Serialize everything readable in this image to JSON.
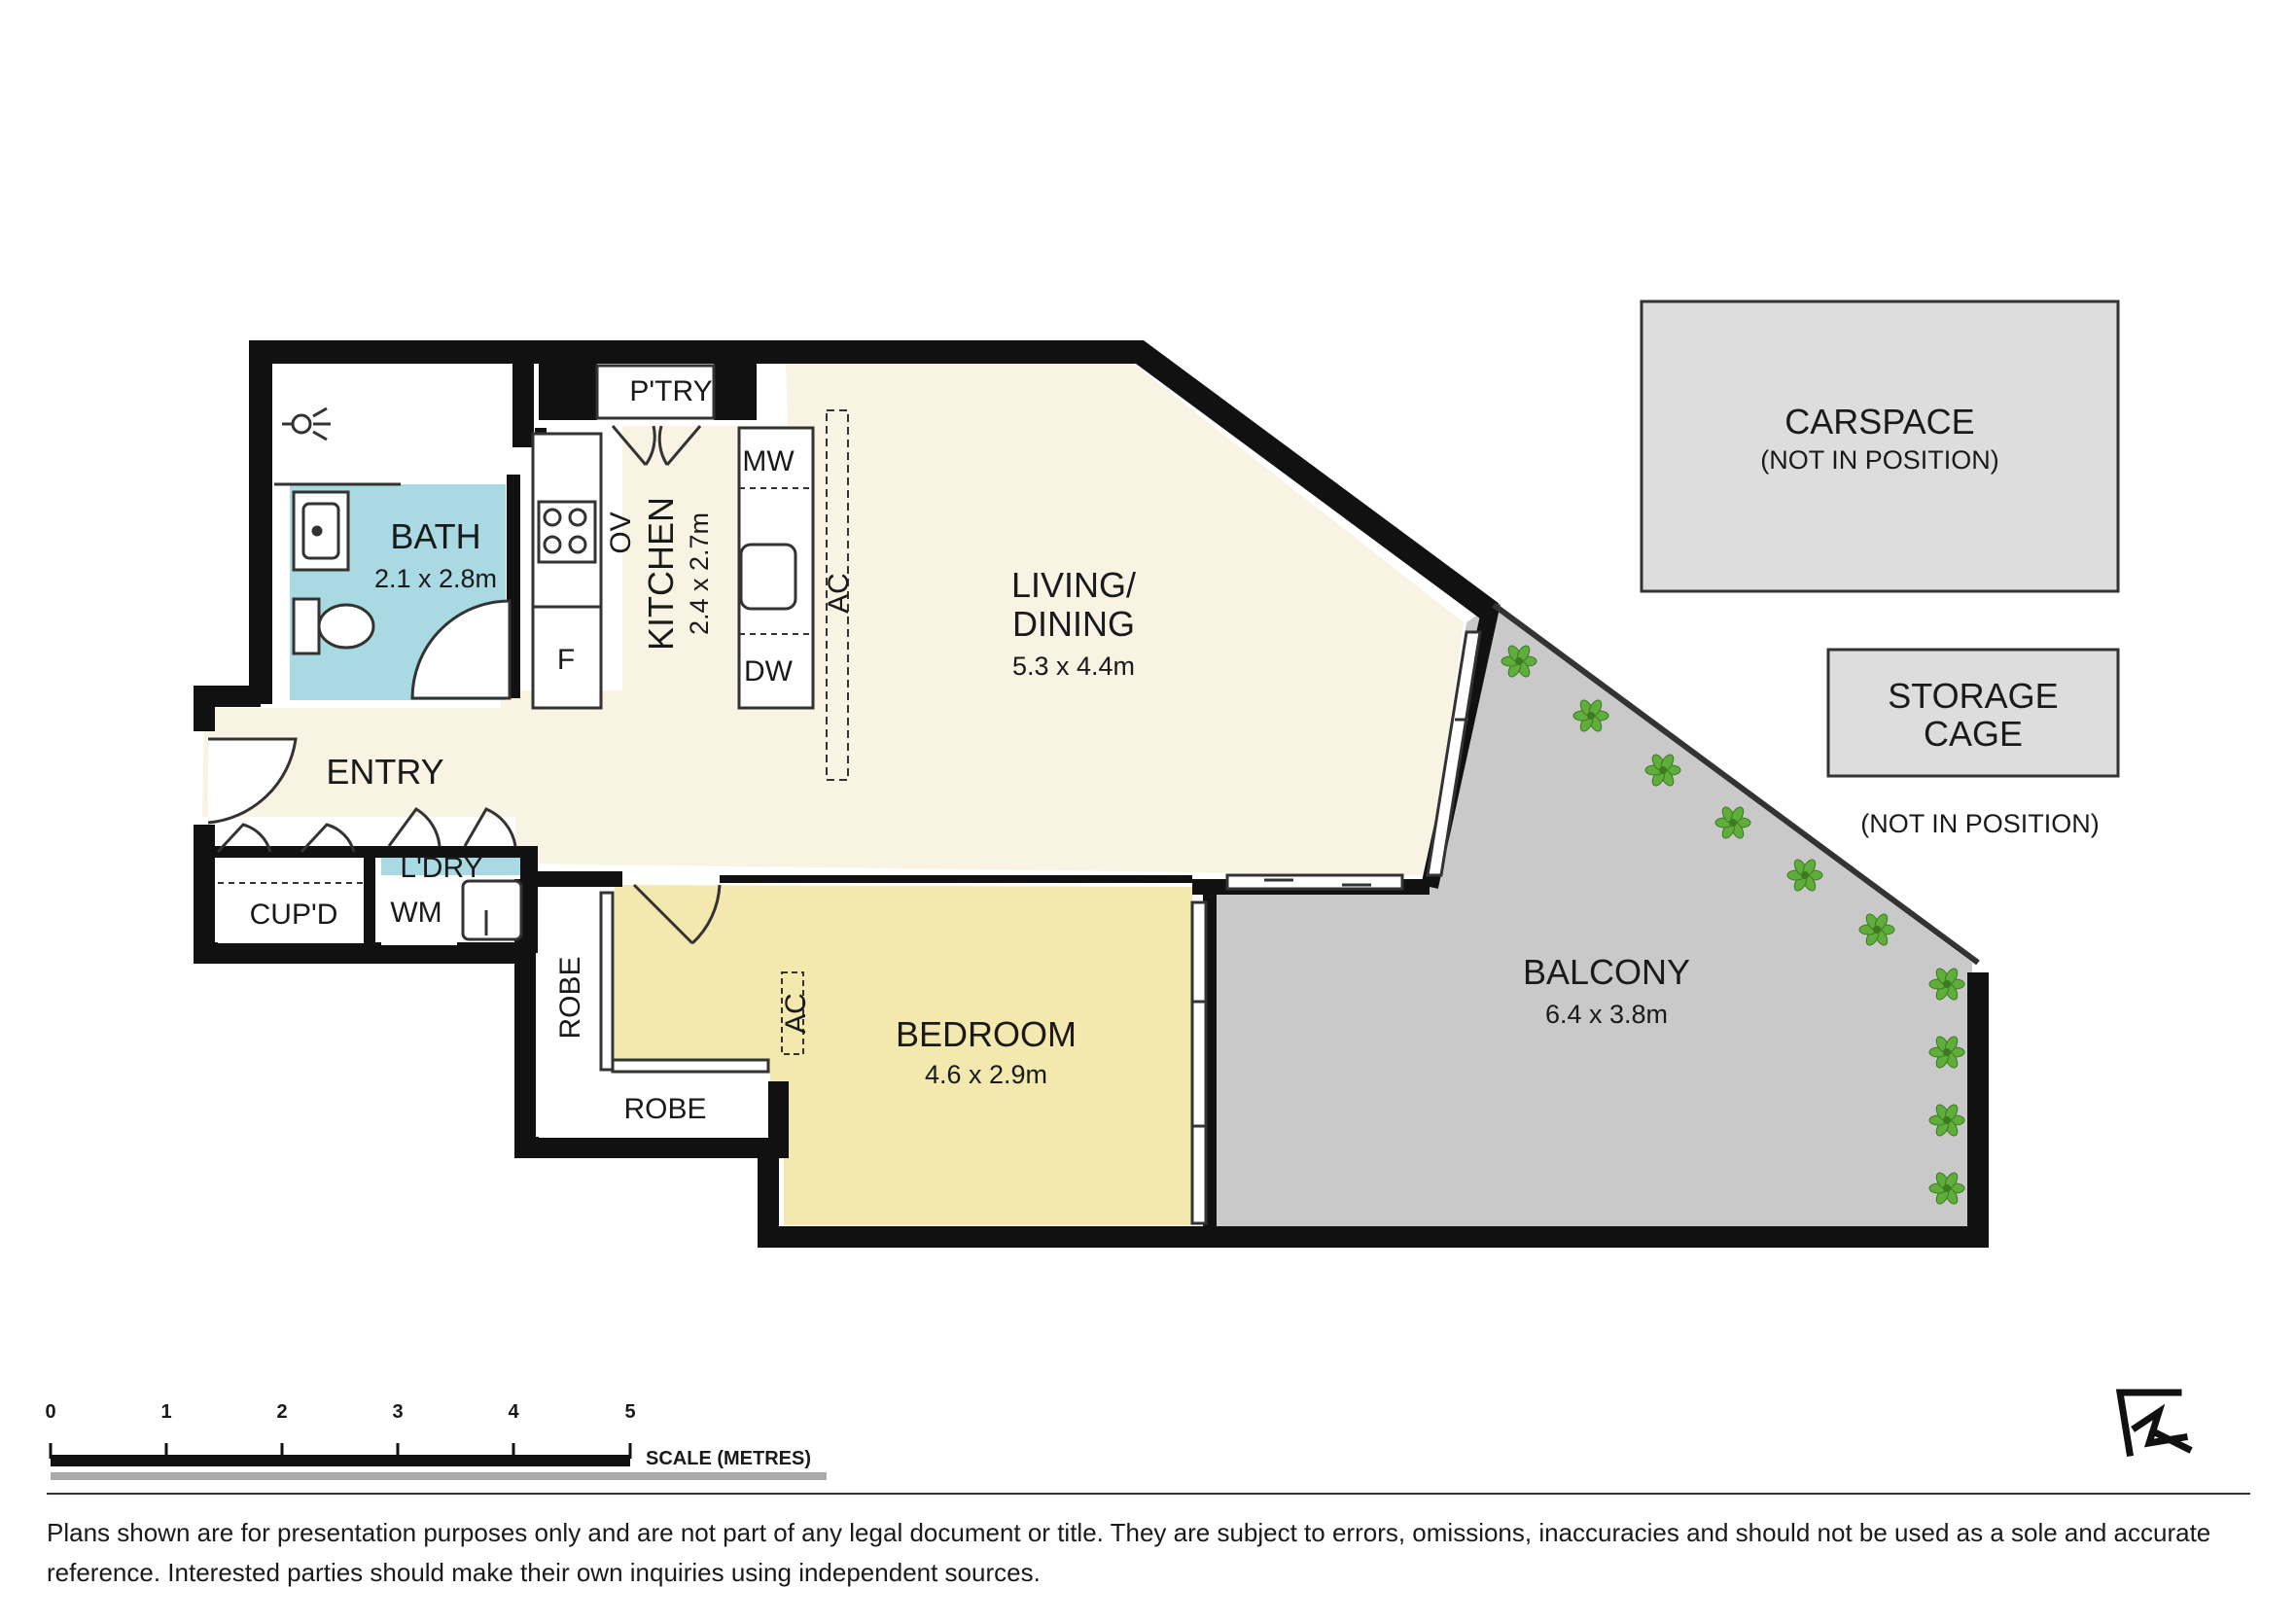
{
  "rooms": {
    "bath": {
      "name": "BATH",
      "dims": "2.1 x 2.8m"
    },
    "kitchen": {
      "name": "KITCHEN",
      "dims": "2.4 x 2.7m"
    },
    "living": {
      "name_line1": "LIVING/",
      "name_line2": "DINING",
      "dims": "5.3 x 4.4m"
    },
    "entry": {
      "name": "ENTRY"
    },
    "bedroom": {
      "name": "BEDROOM",
      "dims": "4.6 x 2.9m"
    },
    "balcony": {
      "name": "BALCONY",
      "dims": "6.4 x 3.8m"
    },
    "laundry": {
      "name": "L'DRY"
    },
    "cupboard": {
      "name": "CUP'D"
    },
    "pantry": {
      "name": "P'TRY"
    }
  },
  "fixtures": {
    "mw": "MW",
    "ov": "OV",
    "dw": "DW",
    "fridge": "F",
    "ac_living": "AC",
    "ac_bedroom": "AC",
    "wm": "WM",
    "robe_side": "ROBE",
    "robe_bottom": "ROBE"
  },
  "carspace": {
    "title": "CARSPACE",
    "note": "(NOT IN POSITION)"
  },
  "storage": {
    "line1": "STORAGE",
    "line2": "CAGE",
    "note": "(NOT IN POSITION)"
  },
  "scale": {
    "ticks": [
      "0",
      "1",
      "2",
      "3",
      "4",
      "5"
    ],
    "label": "SCALE (METRES)"
  },
  "disclaimer": "Plans shown are for presentation purposes only and are not part of any legal document or title. They are subject to errors, omissions, inaccuracies and should not be used as a sole and accurate reference. Interested parties should make their own inquiries using independent sources.",
  "colors": {
    "living": "#f8f3e2",
    "bedroom": "#f3e8ad",
    "bath": "#a9d9e2",
    "balcony": "#c9c9c9",
    "wall": "#111111",
    "box": "#dddddd",
    "plant": "#5fae3b"
  },
  "compass_icon": "north-arrow-icon",
  "plant_icon": "plant-icon"
}
